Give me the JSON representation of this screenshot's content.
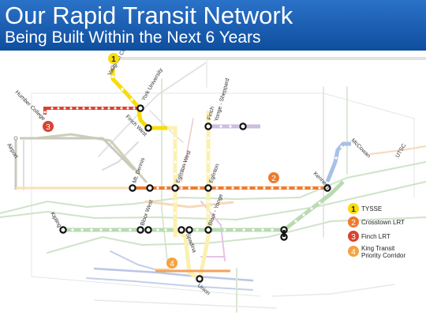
{
  "header": {
    "title": "Our Rapid Transit Network",
    "subtitle": "Being Built Within the Next 6 Years"
  },
  "colors": {
    "tysse": "#f7dc0a",
    "crosstown": "#ef7b2d",
    "finch": "#d9432f",
    "king": "#f5a243",
    "header_blue": "#1a5fb4"
  },
  "stations": {
    "vaughan": "Vaughan Centre",
    "york": "York University",
    "finch_west": "Finch West",
    "humber": "Humber College",
    "airport": "Airport",
    "finch": "Finch",
    "yonge_sheppard": "Yonge - Sheppard",
    "mccowan": "McCowan",
    "utsc": "UTSC",
    "kennedy": "Kennedy",
    "mt_dennis": "Mt. Dennis",
    "eglinton_west": "Eglinton West",
    "eglinton": "Eglinton",
    "kipling": "Kipling",
    "bloor_west": "Bloor West",
    "spadina": "Spadina",
    "bloor_yonge": "Bloor - Yonge",
    "union": "Union"
  },
  "markers": {
    "tysse": "1",
    "crosstown": "2",
    "finch": "3",
    "king": "4"
  },
  "legend": [
    {
      "num": "1",
      "label": "TYSSE"
    },
    {
      "num": "2",
      "label": "Crosstown LRT"
    },
    {
      "num": "3",
      "label": "Finch LRT"
    },
    {
      "num": "4",
      "label": "King Transit",
      "label2": "Priority Corridor"
    }
  ]
}
